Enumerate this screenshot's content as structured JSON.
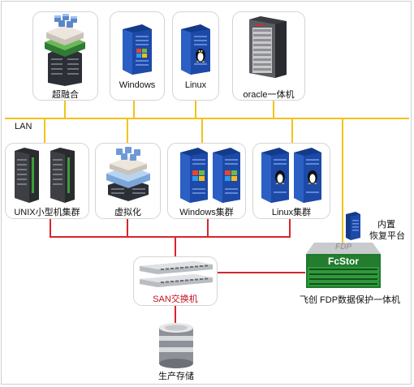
{
  "network": {
    "lan_label": "LAN"
  },
  "top_row": [
    {
      "label": "超融合",
      "icon": "hyperconverged-stack-icon"
    },
    {
      "label": "Windows",
      "icon": "windows-server-icon"
    },
    {
      "label": "Linux",
      "icon": "linux-server-icon"
    },
    {
      "label": "oracle一体机",
      "icon": "oracle-appliance-rack-icon"
    }
  ],
  "middle_row": [
    {
      "label": "UNIX小型机集群",
      "icon": "unix-minicomputer-cluster-icon"
    },
    {
      "label": "虚拟化",
      "icon": "virtualization-stack-icon"
    },
    {
      "label": "Windows集群",
      "icon": "windows-server-cluster-icon"
    },
    {
      "label": "Linux集群",
      "icon": "linux-server-cluster-icon"
    }
  ],
  "san": {
    "label": "SAN交换机",
    "icon": "san-switch-icon"
  },
  "storage": {
    "label": "生产存储",
    "icon": "storage-cylinder-icon"
  },
  "fdp": {
    "label": "飞创 FDP数据保护一体机",
    "brand": "FcStor",
    "top_mark": "FDP",
    "recovery_label_line1": "内置",
    "recovery_label_line2": "恢复平台"
  },
  "colors": {
    "lan": "#f2c318",
    "san": "#d9252a",
    "server_blue": "#1f4fb0"
  }
}
